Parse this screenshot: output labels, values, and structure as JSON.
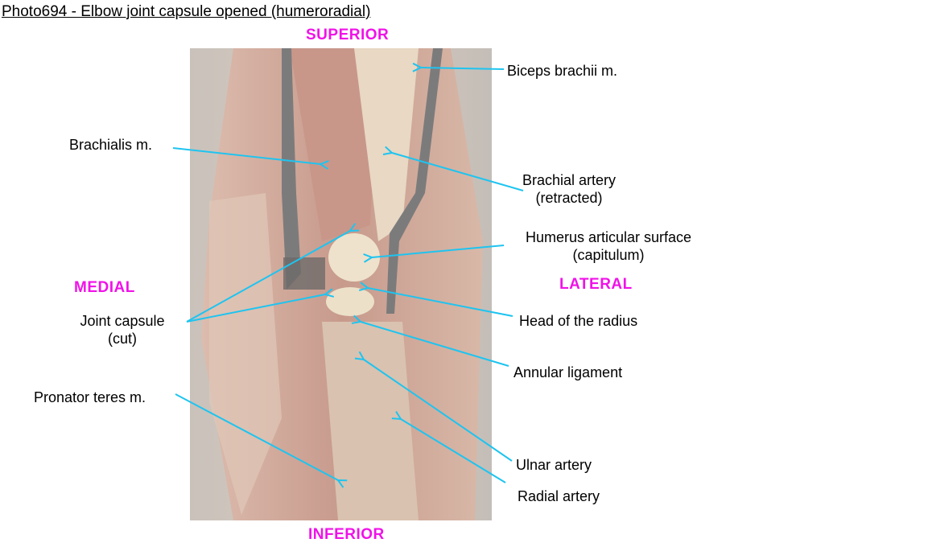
{
  "title": "Photo694 - Elbow joint capsule opened (humeroradial)",
  "directions": {
    "superior": "SUPERIOR",
    "inferior": "INFERIOR",
    "medial": "MEDIAL",
    "lateral": "LATERAL"
  },
  "labels": {
    "biceps": "Biceps brachii m.",
    "brachialis": "Brachialis m.",
    "brachial_artery_1": "Brachial artery",
    "brachial_artery_2": "(retracted)",
    "humerus_1": "Humerus articular surface",
    "humerus_2": "(capitulum)",
    "joint_capsule_1": "Joint capsule",
    "joint_capsule_2": "(cut)",
    "head_radius": "Head of the radius",
    "annular": "Annular ligament",
    "pronator": "Pronator teres m.",
    "ulnar": "Ulnar artery",
    "radial": "Radial artery"
  },
  "colors": {
    "leader": "#1ec4f0",
    "direction": "#f012e8"
  }
}
